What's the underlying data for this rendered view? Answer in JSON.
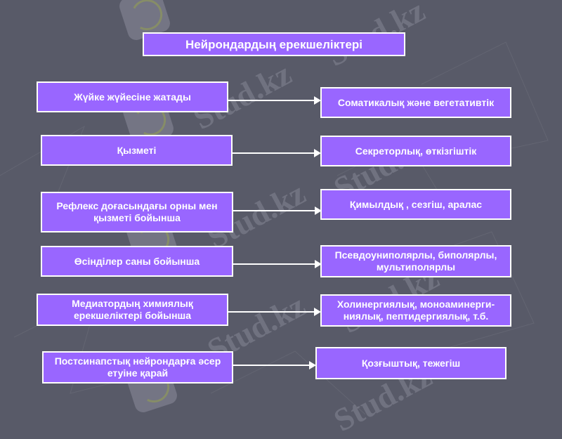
{
  "title": "Нейрондардың ерекшеліктері",
  "colors": {
    "background": "#585a68",
    "box_fill": "#9966ff",
    "box_border": "#ffffff",
    "text": "#ffffff"
  },
  "rows": [
    {
      "left": "Жүйке жүйесіне жатады",
      "right": "Соматикалық  және вегетативтік"
    },
    {
      "left": "Қызметі",
      "right": "Секреторлық, өткізгіштік"
    },
    {
      "left": "Рефлекс доғасындағы орны мен қызметі бойынша",
      "right": "Қимылдық , сезгіш, аралас"
    },
    {
      "left": "Өсінділер саны бойынша",
      "right": "Псевдоуниполярлы, биполярлы, мультиполярлы"
    },
    {
      "left": "Медиатордың химиялық ерекшеліктері бойынша",
      "right": "Холинергиялық, моноаминерги-ниялық, пептидергиялық, т.б."
    },
    {
      "left": "Постсинапстық нейрондарға әсер етуіне қарай",
      "right": "Қозғыштық, тежегіш"
    }
  ],
  "watermark_text": "Stud.kz"
}
